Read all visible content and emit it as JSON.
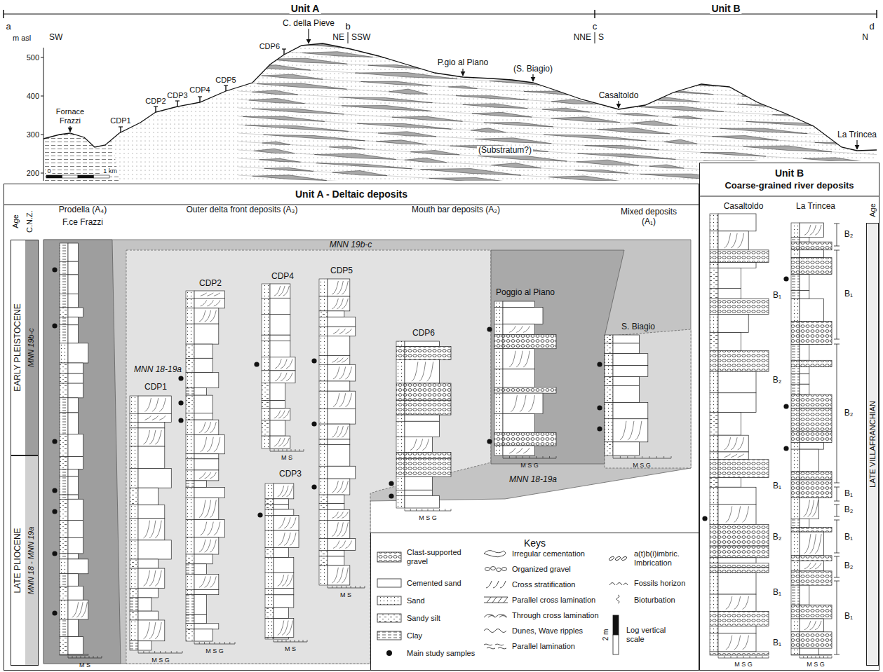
{
  "diagram": {
    "nodes": [
      {
        "text": [
          "Unit A - Deltaic deposits"
        ]
      },
      {
        "text": [
          "EARLY PLEISTOCENE",
          "MNN 19b-c"
        ],
        "in": 0
      },
      {
        "text": [
          "LATE PLIOCENE",
          "MNN 18 - MNN 19a"
        ],
        "in": 0
      },
      {
        "text": [
          "Keys"
        ],
        "in": 0
      },
      {
        "text": [
          "Unit B",
          "Coarse-grained river deposits"
        ]
      },
      {
        "text": [
          "LATE VILLAFRANCHIAN"
        ],
        "in": 4
      }
    ],
    "labels": [
      "Unit A",
      "Unit B",
      "a",
      "m asl",
      "SW",
      "b",
      "NE",
      "SSW",
      "c",
      "NNE",
      "S",
      "d",
      "N",
      "500",
      "400",
      "300",
      "200",
      "C. della Pieve",
      "CDP6",
      "Fornace Frazzi",
      "CDP1",
      "CDP2",
      "CDP3",
      "CDP4",
      "CDP5",
      "P.gio al Piano",
      "(S. Biagio)",
      "Casaltoldo",
      "La Trincea",
      "(Substratum?)",
      "0",
      "1 km",
      "Age",
      "C.N.Z.",
      "Prodella (A₄)",
      "F.ce Frazzi",
      "Outer delta front deposits (A₃)",
      "Mouth bar deposits (A₂)",
      "Mixed deposits (A₁)",
      "MNN 19b-c",
      "MNN 18-19a",
      "CDP1",
      "CDP2",
      "CDP4",
      "CDP5",
      "CDP3",
      "CDP6",
      "Poggio al Piano",
      "S. Biagio",
      "MNN 18-19a",
      "M S",
      "M S G",
      "M S G",
      "M S",
      "M S",
      "M S",
      "M S G",
      "M S G",
      "M S G",
      "2 m",
      "Casaltoldo",
      "La Trincea",
      "Age",
      "B₁",
      "B₂",
      "B₁",
      "B₂",
      "B₁",
      "B₁",
      "B₂",
      "B₁",
      "B₂",
      "B₁",
      "B₂",
      "B₁",
      "B₂",
      "B₁",
      "M S G",
      "M S G"
    ],
    "legend": [
      {
        "text": "Clast-supported gravel"
      },
      {
        "text": "Cemented sand"
      },
      {
        "text": "Sand"
      },
      {
        "text": "Sandy silt"
      },
      {
        "text": "Clay"
      },
      {
        "text": "Main study samples"
      },
      {
        "text": "Irregular cementation"
      },
      {
        "text": "Organized gravel"
      },
      {
        "text": "Cross stratification"
      },
      {
        "text": "Parallel cross lamination"
      },
      {
        "text": "Through cross lamination"
      },
      {
        "text": "Dunes, Wave ripples"
      },
      {
        "text": "Parallel lamination"
      },
      {
        "text": "a(t)b(i)imbric. Imbrication"
      },
      {
        "text": "Fossils horizon"
      },
      {
        "text": "Bioturbation"
      },
      {
        "text": "Log vertical scale"
      }
    ]
  }
}
